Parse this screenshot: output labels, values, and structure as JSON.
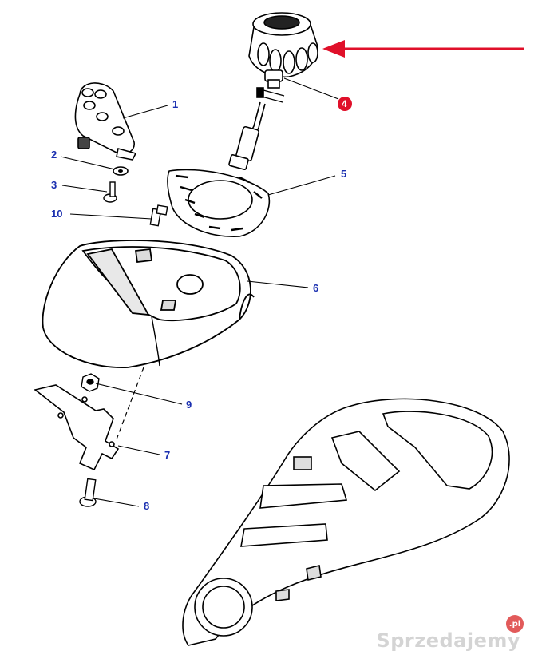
{
  "callouts": [
    {
      "id": "1",
      "text": "1"
    },
    {
      "id": "2",
      "text": "2"
    },
    {
      "id": "3",
      "text": "3"
    },
    {
      "id": "4",
      "text": "4",
      "highlight": true
    },
    {
      "id": "5",
      "text": "5"
    },
    {
      "id": "6",
      "text": "6"
    },
    {
      "id": "7",
      "text": "7"
    },
    {
      "id": "8",
      "text": "8"
    },
    {
      "id": "9",
      "text": "9"
    },
    {
      "id": "10",
      "text": "10"
    }
  ],
  "watermark": {
    "text": "Sprzedajemy",
    "badge": ".pl"
  },
  "colors": {
    "callout_text": "#1a2fb0",
    "highlight_arrow": "#e0102a",
    "highlight_badge": "#e0102a",
    "line": "#000000"
  }
}
